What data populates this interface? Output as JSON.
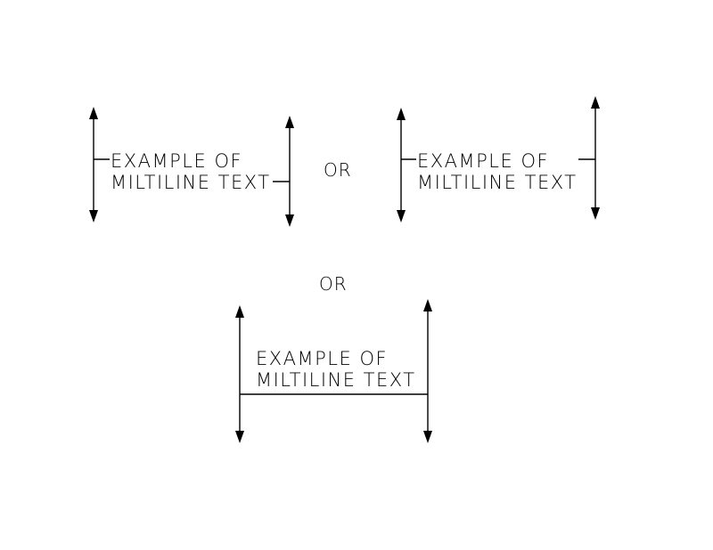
{
  "colors": {
    "ink": "#000000",
    "background": "#ffffff"
  },
  "examples": [
    {
      "line1": "EXAMPLE OF",
      "line2": "MILTILINE TEXT"
    },
    {
      "line1": "EXAMPLE OF",
      "line2": "MILTILINE TEXT"
    },
    {
      "line1": "EXAMPLE OF",
      "line2": "MILTILINE TEXT"
    }
  ],
  "separators": {
    "or_middle": "OR",
    "or_center": "OR"
  },
  "icons": {
    "double_arrow": "double-headed-vertical-arrow-icon"
  }
}
